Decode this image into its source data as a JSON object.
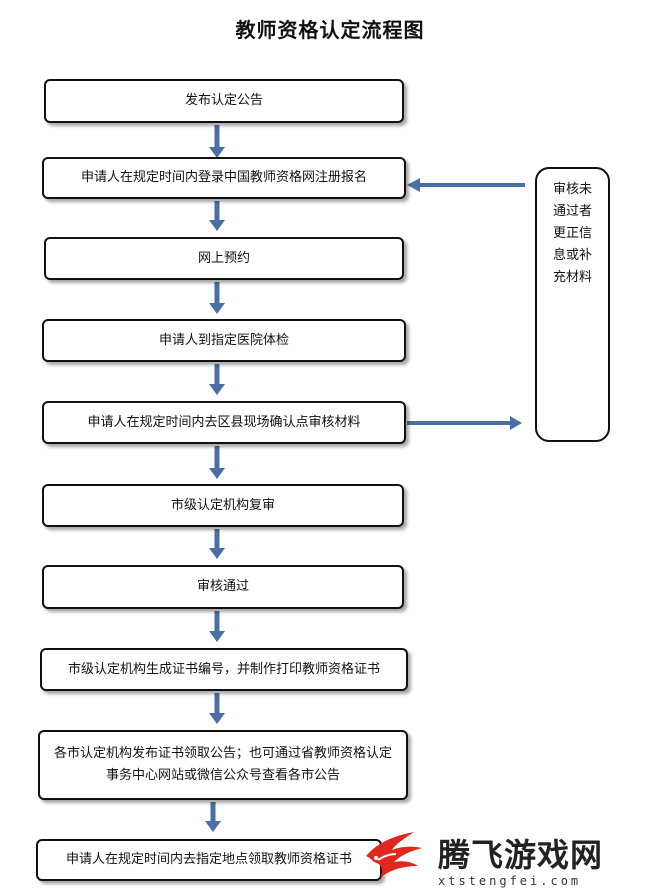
{
  "title": "教师资格认定流程图",
  "steps": [
    "发布认定公告",
    "申请人在规定时间内登录中国教师资格网注册报名",
    "网上预约",
    "申请人到指定医院体检",
    "申请人在规定时间内去区县现场确认点审核材料",
    "市级认定机构复审",
    "审核通过",
    "市级认定机构生成证书编号，并制作打印教师资格证书",
    "各市认定机构发布证书领取公告；也可通过省教师资格认定事务中心网站或微信公众号查看各市公告",
    "申请人在规定时间内去指定地点领取教师资格证书"
  ],
  "side_note": "审核未通过者更正信息或补充材料",
  "watermark": {
    "name": "腾飞游戏网",
    "url": "xtstengfei.com"
  },
  "colors": {
    "arrow": "#4a6fa5",
    "box_border": "#111111",
    "logo_red": "#e0281e"
  }
}
